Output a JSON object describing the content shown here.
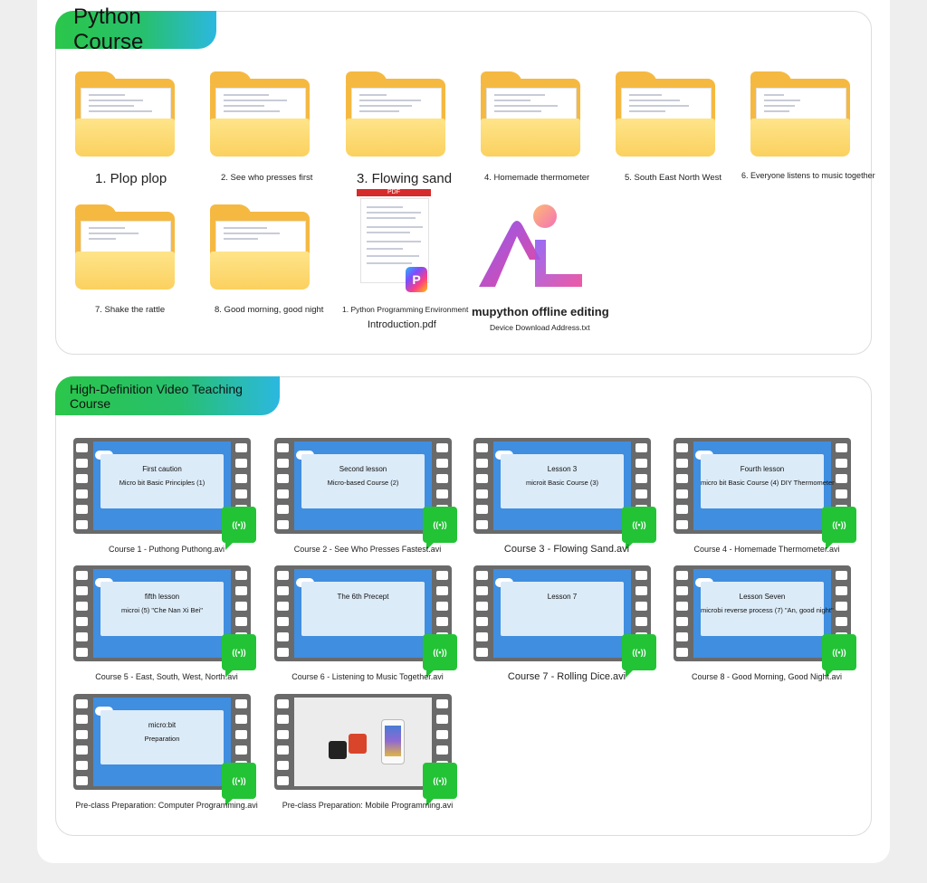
{
  "python_section": {
    "title": "Python Course",
    "folders": [
      {
        "label": "1. Plop plop"
      },
      {
        "label": "2. See who presses first"
      },
      {
        "label": "3. Flowing sand"
      },
      {
        "label": "4. Homemade thermometer"
      },
      {
        "label": "5. South East North West"
      },
      {
        "label": "6. Everyone listens to music together"
      },
      {
        "label": "7. Shake the rattle"
      },
      {
        "label": "8. Good morning, good night"
      }
    ],
    "pdf": {
      "badge_text": "PDF",
      "label_line1": "1. Python Programming Environment",
      "label_line2": "Introduction.pdf"
    },
    "mupython": {
      "label_line1": "mupython offline editing",
      "label_line2": "Device Download Address.txt"
    }
  },
  "video_section": {
    "title": "High-Definition Video Teaching Course",
    "videos": [
      {
        "screen_l1": "First caution",
        "screen_l2": "Micro bit Basic Principles (1)",
        "label": "Course 1 - Puthong Puthong.avi"
      },
      {
        "screen_l1": "Second lesson",
        "screen_l2": "Micro-based Course (2)",
        "label": "Course 2 - See Who Presses Fastest.avi"
      },
      {
        "screen_l1": "Lesson 3",
        "screen_l2": "microit Basic Course (3)",
        "label": "Course 3 - Flowing Sand.avi"
      },
      {
        "screen_l1": "Fourth lesson",
        "screen_l2": "micro bit Basic Course (4) DIY Thermometer",
        "label": "Course 4 - Homemade Thermometer.avi"
      },
      {
        "screen_l1": "fifth lesson",
        "screen_l2": "microi (5) \"Che Nan Xi Bei\"",
        "label": "Course 5 - East, South, West, North.avi"
      },
      {
        "screen_l1": "The 6th Precept",
        "screen_l2": "",
        "label": "Course 6 - Listening to Music Together.avi"
      },
      {
        "screen_l1": "Lesson 7",
        "screen_l2": "",
        "label": "Course 7 - Rolling Dice.avi"
      },
      {
        "screen_l1": "Lesson Seven",
        "screen_l2": "microbi reverse process (7) \"An, good night\"",
        "label": "Course 8 - Good Morning, Good Night.avi"
      },
      {
        "screen_l1": "micro:bit",
        "screen_l2": "Preparation",
        "label": "Pre-class Preparation: Computer Programming.avi"
      },
      {
        "screen_l1": "",
        "screen_l2": "",
        "label": "Pre-class Preparation: Mobile Programming.avi"
      }
    ]
  },
  "colors": {
    "tag_gradient_start": "#2bc64a",
    "tag_gradient_end": "#2bb8e0",
    "folder_yellow": "#f5b942",
    "video_badge_green": "#23c336",
    "screen_blue": "#3f8ee0"
  }
}
